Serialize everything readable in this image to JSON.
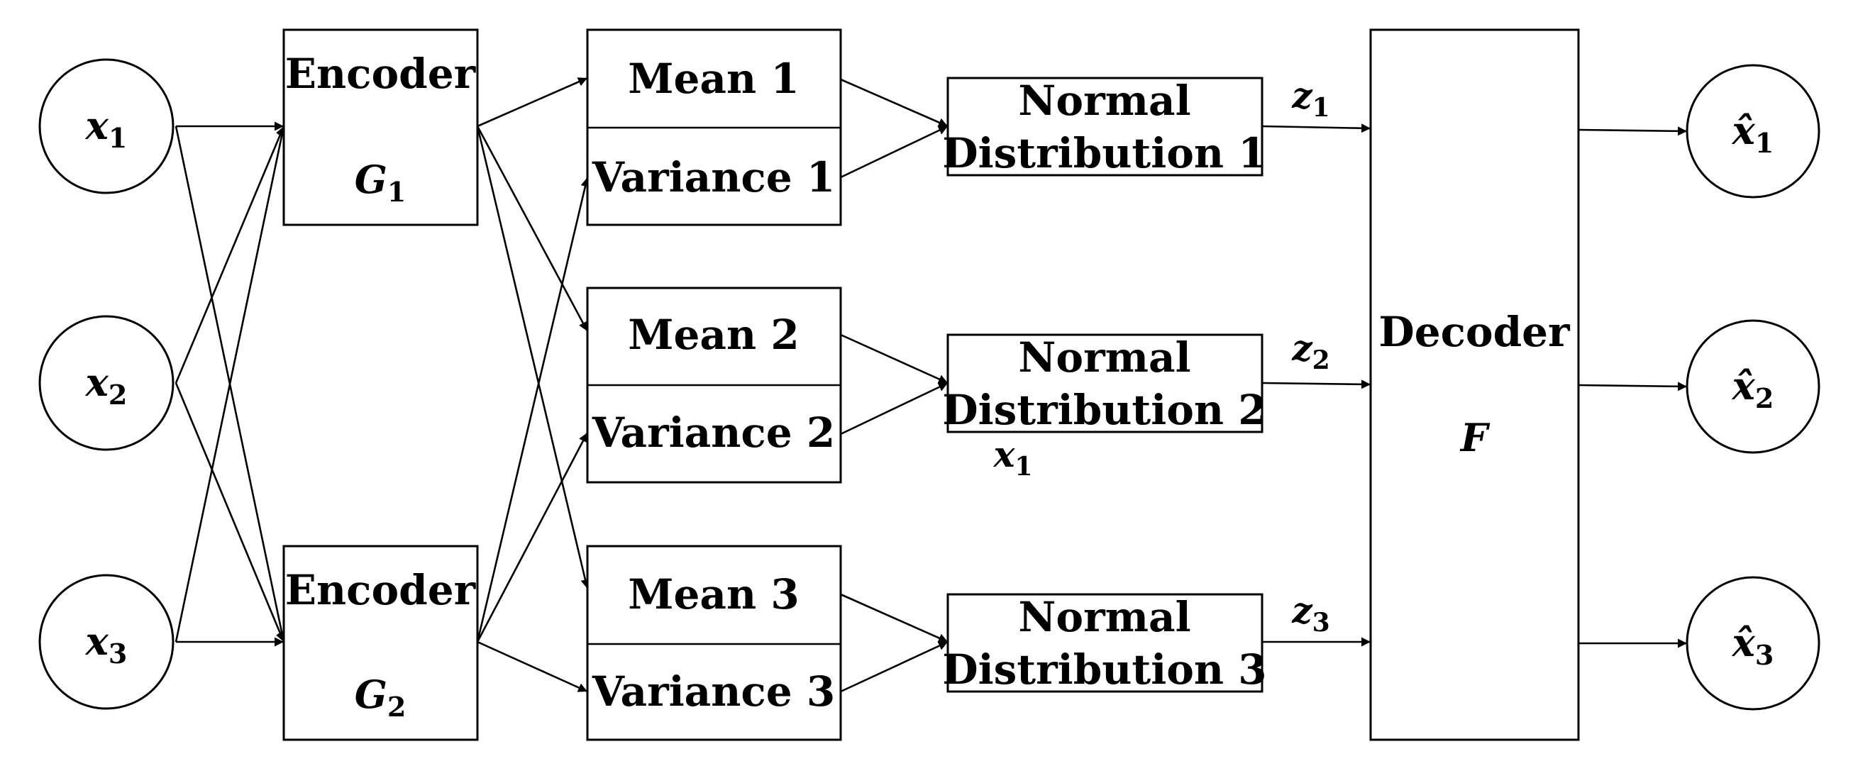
{
  "inputs": [
    {
      "var": "x",
      "sub": "1"
    },
    {
      "var": "x",
      "sub": "2"
    },
    {
      "var": "x",
      "sub": "3"
    }
  ],
  "encoders": [
    {
      "label": "Encoder",
      "var": "G",
      "sub": "1"
    },
    {
      "label": "Encoder",
      "var": "G",
      "sub": "2"
    }
  ],
  "means": [
    "Mean 1",
    "Mean 2",
    "Mean 3"
  ],
  "variances": [
    "Variance 1",
    "Variance 2",
    "Variance 3"
  ],
  "distributions": [
    {
      "line1": "Normal",
      "line2": "Distribution 1"
    },
    {
      "line1": "Normal",
      "line2": "Distribution 2"
    },
    {
      "line1": "Normal",
      "line2": "Distribution 3"
    }
  ],
  "latents": [
    {
      "var": "z",
      "sub": "1"
    },
    {
      "var": "z",
      "sub": "2"
    },
    {
      "var": "z",
      "sub": "3"
    }
  ],
  "stray_label": {
    "var": "x",
    "sub": "1"
  },
  "decoder": {
    "label": "Decoder",
    "var": "F"
  },
  "outputs": [
    {
      "var": "x̂",
      "sub": "1"
    },
    {
      "var": "x̂",
      "sub": "2"
    },
    {
      "var": "x̂",
      "sub": "3"
    }
  ]
}
